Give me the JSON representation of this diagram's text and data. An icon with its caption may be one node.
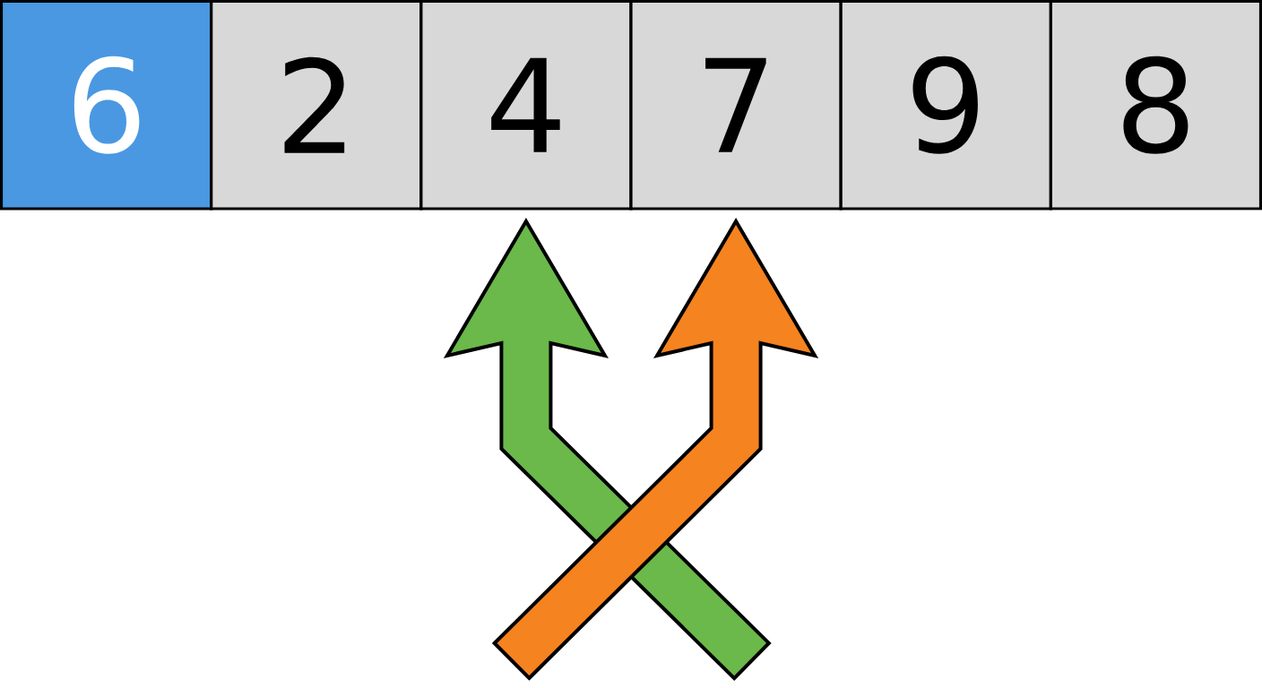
{
  "diagram": {
    "nodes": [
      {
        "text": [
          "6"
        ]
      },
      {
        "text": [
          "2"
        ]
      },
      {
        "text": [
          "4"
        ]
      },
      {
        "text": [
          "7"
        ]
      },
      {
        "text": [
          "9"
        ]
      },
      {
        "text": [
          "8"
        ]
      }
    ],
    "edges": [
      {
        "from": null,
        "to": 2,
        "arrow": "to",
        "color": "#6ab94a"
      },
      {
        "from": null,
        "to": 3,
        "arrow": "to",
        "color": "#f5831f"
      }
    ]
  }
}
